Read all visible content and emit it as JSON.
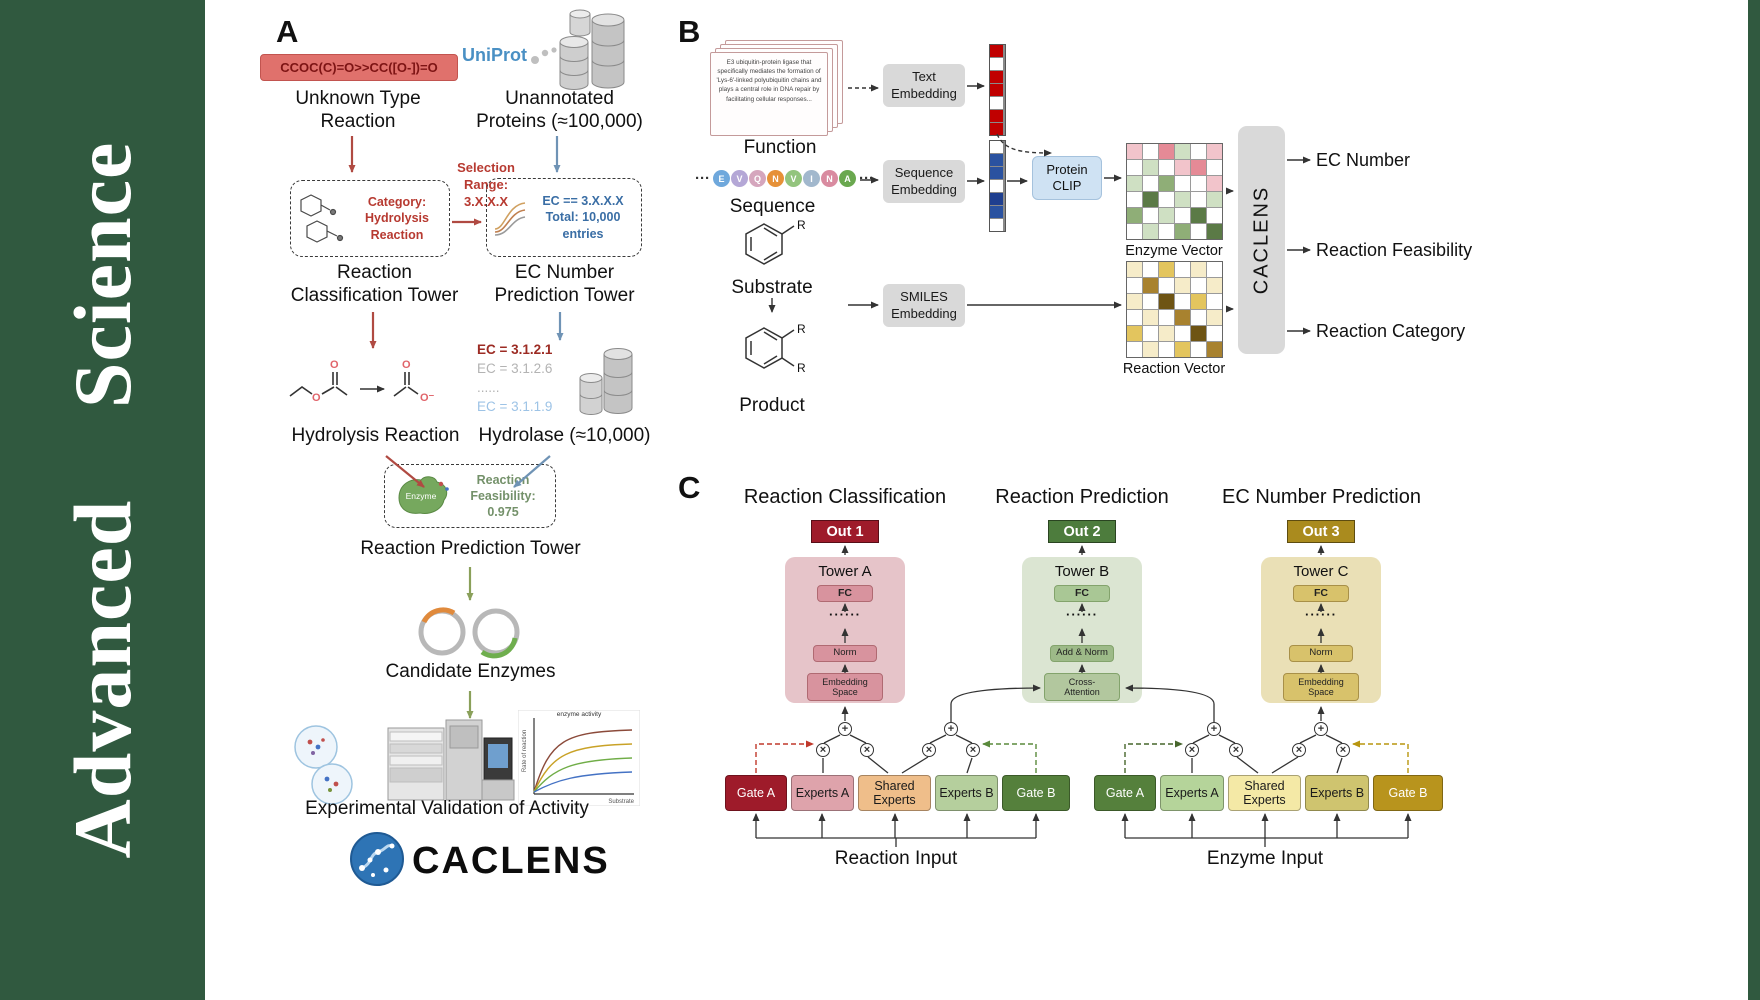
{
  "journal": {
    "name": "Advanced Science"
  },
  "colors": {
    "sidebar_green": "#30593F",
    "accent_red": "#b04a42",
    "accent_blue": "#6f93b5",
    "accent_green": "#8aa05a",
    "uniprot_blue": "#4a90c4",
    "out1_red": "#9e1b2a",
    "out2_green": "#4d7c3d",
    "out3_gold": "#aa8b1e"
  },
  "panelA": {
    "label": "A",
    "smiles": "CCOC(C)=O>>CC([O-])=O",
    "unknown_reaction": "Unknown Type\nReaction",
    "uniprot": "UniProt",
    "unannotated": "Unannotated\nProteins (≈100,000)",
    "category_box": "Category:\nHydrolysis\nReaction",
    "selection_range": "Selection\nRange:\n3.X.X.X",
    "ec_box": "EC == 3.X.X.X\nTotal: 10,000\nentries",
    "classification_tower": "Reaction\nClassification Tower",
    "ec_tower": "EC Number\nPrediction Tower",
    "ec_list": [
      "EC = 3.1.2.1",
      "EC = 3.1.2.6",
      "......",
      "EC = 3.1.1.9"
    ],
    "hydrolysis_reaction": "Hydrolysis Reaction",
    "hydrolase": "Hydrolase (≈10,000)",
    "enzyme": "Enzyme",
    "feasibility": "Reaction\nFeasibility:\n0.975",
    "prediction_tower": "Reaction Prediction Tower",
    "candidate_enzymes": "Candidate Enzymes",
    "activity_graph": {
      "title": "enzyme activity",
      "xlabel": "Substrate",
      "ylabel": "Rate of reaction"
    },
    "validation": "Experimental Validation of Activity",
    "brand": "CACLENS",
    "atoms": {
      "o": "O",
      "o_minus": "O⁻"
    }
  },
  "panelB": {
    "label": "B",
    "function_text": "E3 ubiquitin-protein ligase that specifically mediates the formation of 'Lys-6'-linked polyubiquitin chains and plays a central role in DNA repair by facilitating cellular responses...",
    "function_label": "Function",
    "text_embedding": "Text\nEmbedding",
    "ellipsis": "···",
    "sequence": [
      {
        "letter": "E",
        "color": "#6fa8dc"
      },
      {
        "letter": "V",
        "color": "#b4a7d6"
      },
      {
        "letter": "Q",
        "color": "#d5a6bd"
      },
      {
        "letter": "N",
        "color": "#e69138"
      },
      {
        "letter": "V",
        "color": "#93c47d"
      },
      {
        "letter": "I",
        "color": "#a2b8cd"
      },
      {
        "letter": "N",
        "color": "#d98ba0"
      },
      {
        "letter": "A",
        "color": "#6aa84f"
      }
    ],
    "sequence_label": "Sequence",
    "sequence_embedding": "Sequence\nEmbedding",
    "protein_clip": "Protein\nCLIP",
    "text_vector": [
      "#c00000",
      "#ffffff",
      "#c00000",
      "#c00000",
      "#ffffff",
      "#c00000",
      "#c00000"
    ],
    "seq_vector": [
      "#ffffff",
      "#2a52a0",
      "#2a52a0",
      "#ffffff",
      "#1f3f8f",
      "#2a52a0",
      "#ffffff"
    ],
    "enzyme_vector_label": "Enzyme Vector",
    "substrate_label": "Substrate",
    "product_label": "Product",
    "r_label": "R",
    "smiles_embedding": "SMILES\nEmbedding",
    "reaction_vector_label": "Reaction Vector",
    "caclens": "CACLENS",
    "outputs": [
      "EC Number",
      "Reaction Feasibility",
      "Reaction Category"
    ],
    "enzyme_matrix": [
      [
        "#f2c4cb",
        "#ffffff",
        "#e58a96",
        "#cfe0c3",
        "#ffffff",
        "#f2c4cb"
      ],
      [
        "#ffffff",
        "#cfe0c3",
        "#ffffff",
        "#f2c4cb",
        "#e58a96",
        "#ffffff"
      ],
      [
        "#cfe0c3",
        "#ffffff",
        "#8fae77",
        "#ffffff",
        "#ffffff",
        "#f2c4cb"
      ],
      [
        "#ffffff",
        "#5b7a46",
        "#ffffff",
        "#cfe0c3",
        "#ffffff",
        "#cfe0c3"
      ],
      [
        "#8fae77",
        "#ffffff",
        "#cfe0c3",
        "#ffffff",
        "#5b7a46",
        "#ffffff"
      ],
      [
        "#ffffff",
        "#cfe0c3",
        "#ffffff",
        "#8fae77",
        "#ffffff",
        "#5b7a46"
      ]
    ],
    "reaction_matrix": [
      [
        "#f6ecc9",
        "#ffffff",
        "#e3c55e",
        "#ffffff",
        "#f6ecc9",
        "#ffffff"
      ],
      [
        "#ffffff",
        "#a8822f",
        "#ffffff",
        "#f6ecc9",
        "#ffffff",
        "#f6ecc9"
      ],
      [
        "#f6ecc9",
        "#ffffff",
        "#6e5414",
        "#ffffff",
        "#e3c55e",
        "#ffffff"
      ],
      [
        "#ffffff",
        "#f6ecc9",
        "#ffffff",
        "#a8822f",
        "#ffffff",
        "#f6ecc9"
      ],
      [
        "#e3c55e",
        "#ffffff",
        "#f6ecc9",
        "#ffffff",
        "#6e5414",
        "#ffffff"
      ],
      [
        "#ffffff",
        "#f6ecc9",
        "#ffffff",
        "#e3c55e",
        "#ffffff",
        "#a8822f"
      ]
    ]
  },
  "panelC": {
    "label": "C",
    "headers": [
      "Reaction Classification",
      "Reaction Prediction",
      "EC Number Prediction"
    ],
    "outs": [
      "Out 1",
      "Out 2",
      "Out 3"
    ],
    "towers": [
      {
        "title": "Tower A",
        "fc": "FC",
        "dots": "······",
        "mid": "Norm",
        "bottom": "Embedding\nSpace"
      },
      {
        "title": "Tower B",
        "fc": "FC",
        "dots": "······",
        "mid": "Add & Norm",
        "bottom": "Cross-\nAttention"
      },
      {
        "title": "Tower C",
        "fc": "FC",
        "dots": "······",
        "mid": "Norm",
        "bottom": "Embedding\nSpace"
      }
    ],
    "reaction_boxes": [
      "Gate A",
      "Experts A",
      "Shared\nExperts",
      "Experts B",
      "Gate B"
    ],
    "enzyme_boxes": [
      "Gate A",
      "Experts A",
      "Shared\nExperts",
      "Experts B",
      "Gate B"
    ],
    "inputs": [
      "Reaction Input",
      "Enzyme Input"
    ]
  }
}
